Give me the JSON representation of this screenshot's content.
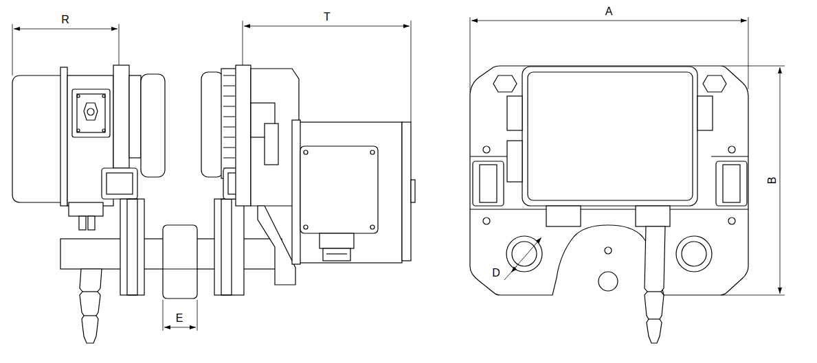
{
  "diagram": {
    "labels": [
      "R",
      "T",
      "E",
      "A",
      "B",
      "D"
    ]
  }
}
